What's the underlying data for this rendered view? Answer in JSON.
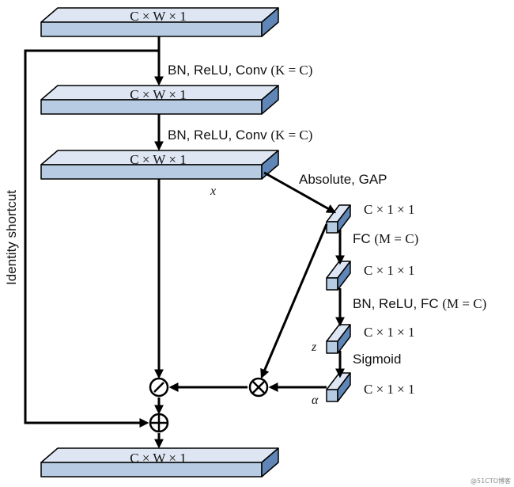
{
  "blocks": {
    "input": {
      "label": "C × W × 1"
    },
    "conv1_out": {
      "label": "C × W × 1"
    },
    "conv2_out": {
      "label": "C × W × 1"
    },
    "output": {
      "label": "C × W × 1"
    }
  },
  "small_blocks": {
    "gap_out": {
      "label": "C × 1 × 1"
    },
    "fc1_out": {
      "label": "C × 1 × 1"
    },
    "fc2_out": {
      "label": "C × 1 × 1"
    },
    "sigmoid_out": {
      "label": "C × 1 × 1"
    }
  },
  "steps": {
    "conv1": {
      "text": "BN, ReLU, Conv ",
      "math": "(K = C)"
    },
    "conv2": {
      "text": "BN, ReLU, Conv ",
      "math": "(K = C)"
    },
    "gap": {
      "text": "Absolute, GAP"
    },
    "fc1": {
      "text": "FC ",
      "math": "(M = C)"
    },
    "fc2": {
      "text": "BN, ReLU, FC ",
      "math": "(M = C)"
    },
    "sigmoid": {
      "text": "Sigmoid"
    }
  },
  "variables": {
    "x": "x",
    "z": "z",
    "alpha": "α"
  },
  "shortcut_label": "Identity shortcut",
  "watermark": "@51CTO博客",
  "colors": {
    "block_top": "#dde6f2",
    "block_front": "#b7cce2",
    "block_side": "#5f86b6"
  }
}
